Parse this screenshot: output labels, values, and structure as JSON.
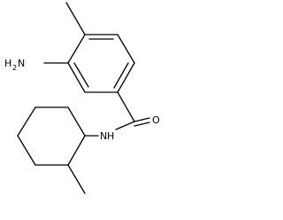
{
  "molecule": {
    "atom_labels": {
      "amino_h": "H",
      "amino_h_count": "2",
      "amino_n": "N",
      "carbonyl_o": "O",
      "amide_n": "N",
      "amide_h": "H"
    },
    "bond_color": "#000000",
    "background": "#ffffff"
  }
}
